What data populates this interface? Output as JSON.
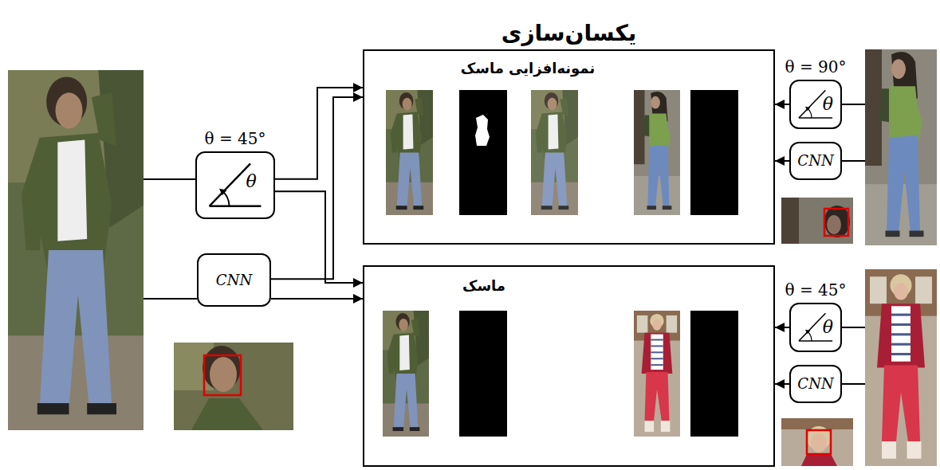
{
  "diagram": {
    "nodes": [
      {
        "text": [
          "یکسان‌سازی",
          "نمونه‌افزایی ماسک"
        ]
      },
      {
        "text": [
          "ماسک"
        ]
      },
      {
        "text": [
          "θ = 45°",
          "θ"
        ]
      },
      {
        "text": [
          "CNN"
        ]
      },
      {
        "text": [
          "θ = 90°",
          "θ"
        ]
      },
      {
        "text": [
          "CNN"
        ]
      },
      {
        "text": [
          "θ = 45°",
          "θ"
        ]
      },
      {
        "text": [
          "CNN"
        ]
      }
    ],
    "edges": [
      {
        "from": 2,
        "to": 0,
        "arrow": "to"
      },
      {
        "from": 2,
        "to": 1,
        "arrow": "to"
      },
      {
        "from": 3,
        "to": 0,
        "arrow": "to"
      },
      {
        "from": 3,
        "to": 1,
        "arrow": "to"
      },
      {
        "from": 4,
        "to": 0,
        "arrow": "to"
      },
      {
        "from": 5,
        "to": 0,
        "arrow": "to"
      },
      {
        "from": 6,
        "to": 1,
        "arrow": "to"
      },
      {
        "from": 7,
        "to": 1,
        "arrow": "to"
      }
    ]
  }
}
